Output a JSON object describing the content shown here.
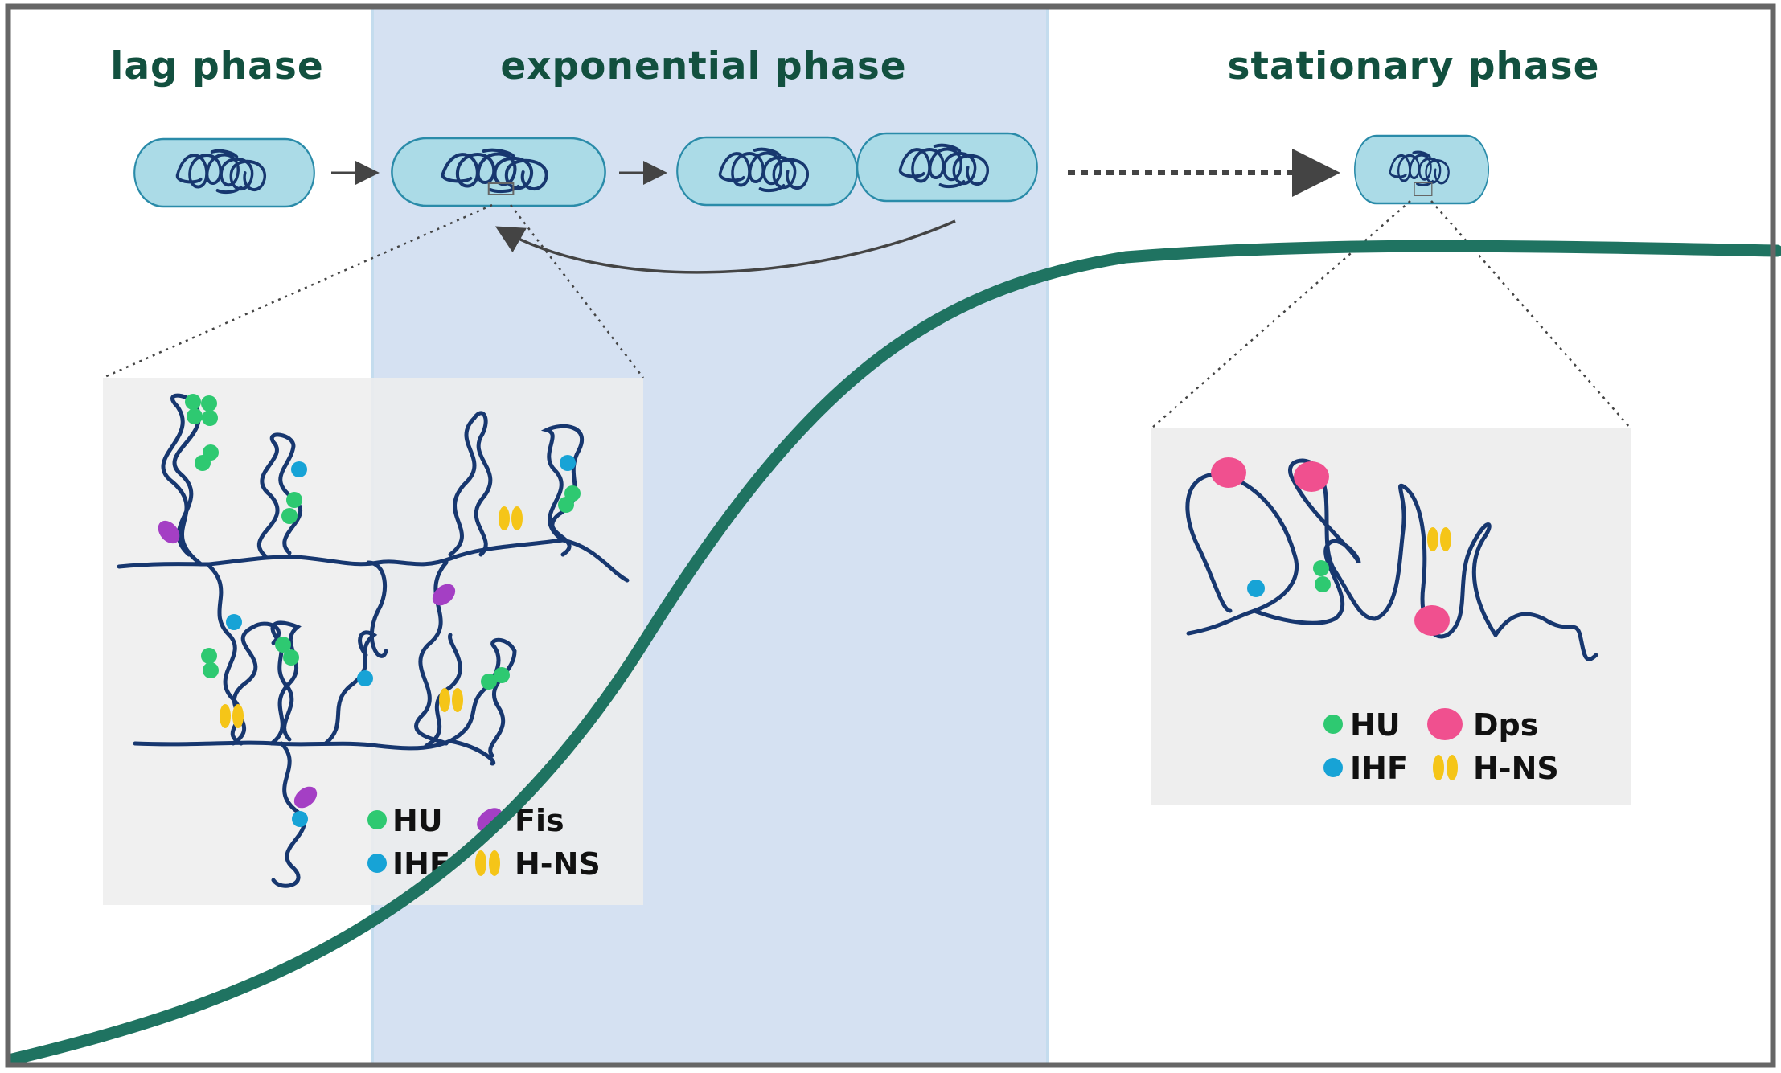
{
  "phases": {
    "lag": "lag phase",
    "exponential": "exponential phase",
    "stationary": "stationary phase"
  },
  "legend_exponential": {
    "hu": "HU",
    "fis": "Fis",
    "ihf": "IHF",
    "hns": "H-NS"
  },
  "legend_stationary": {
    "hu": "HU",
    "dps": "Dps",
    "ihf": "IHF",
    "hns": "H-NS"
  },
  "colors": {
    "hu": "#2ec971",
    "ihf": "#17a3d6",
    "fis": "#a43fc4",
    "hns": "#f5c518",
    "dps": "#f0508f",
    "dna": "#17376f",
    "curve": "#1f7361",
    "exponential_band": "#d5e1f2",
    "cell_fill": "#abdbe7",
    "cell_stroke": "#2a8ba9",
    "inset_bg": "#eeeeee"
  }
}
